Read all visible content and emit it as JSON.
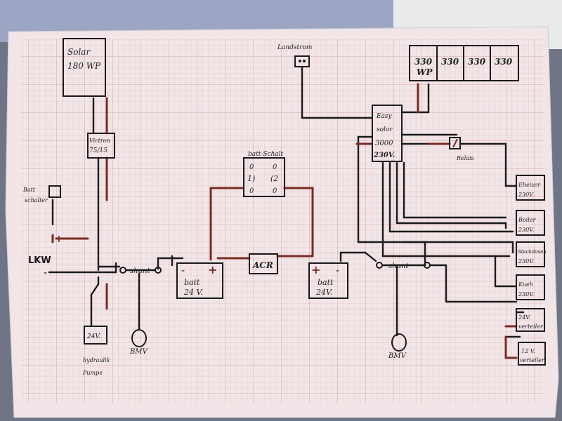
{
  "diagram": {
    "solar_panel": {
      "line1": "Solar",
      "line2": "180 WP"
    },
    "solar_array": [
      "330",
      "330",
      "330",
      "330"
    ],
    "array_unit": "WP",
    "land_station": "Landstrom",
    "easy_solar": {
      "line1": "Easy",
      "line2": "solar",
      "line3": "3000",
      "line4": "230V."
    },
    "relay": "Relais",
    "victron": {
      "line1": "Victron",
      "line2": "75/15"
    },
    "batt_switch": {
      "title": "batt-Schalt",
      "left_top": "0",
      "left_mid": "1)",
      "left_bot": "0",
      "right_top": "0",
      "right_mid": "(2",
      "right_bot": "0"
    },
    "acr": "ACR",
    "battery_left": {
      "line1": "batt",
      "line2": "24 V."
    },
    "battery_right": {
      "line1": "batt",
      "line2": "24V."
    },
    "shunt_left": "shunt",
    "shunt_right": "shunt",
    "bmv_left": "BMV",
    "bmv_right": "BMV",
    "lkw": "LKW",
    "batt_switch_small": {
      "line1": "Batt",
      "line2": "schalter"
    },
    "hydraulic": {
      "box": "24V.",
      "line1": "hydraulik",
      "line2": "Pumpe"
    },
    "outputs": [
      {
        "line1": "Eheizer",
        "line2": "230V."
      },
      {
        "line1": "Boiler",
        "line2": "230V."
      },
      {
        "line1": "Steckdosen",
        "line2": "230V."
      },
      {
        "line1": "Kueh",
        "line2": "230V."
      },
      {
        "line1": "24V.",
        "line2": "verteiler"
      },
      {
        "line1": "12 V.",
        "line2": "verteiler"
      }
    ],
    "plus": "+",
    "minus": "-"
  },
  "colors": {
    "paper": "#f1e4e6",
    "grid": "#d8a7a7",
    "wire_black": "#1a1a1a",
    "wire_red": "#7a2a22"
  }
}
